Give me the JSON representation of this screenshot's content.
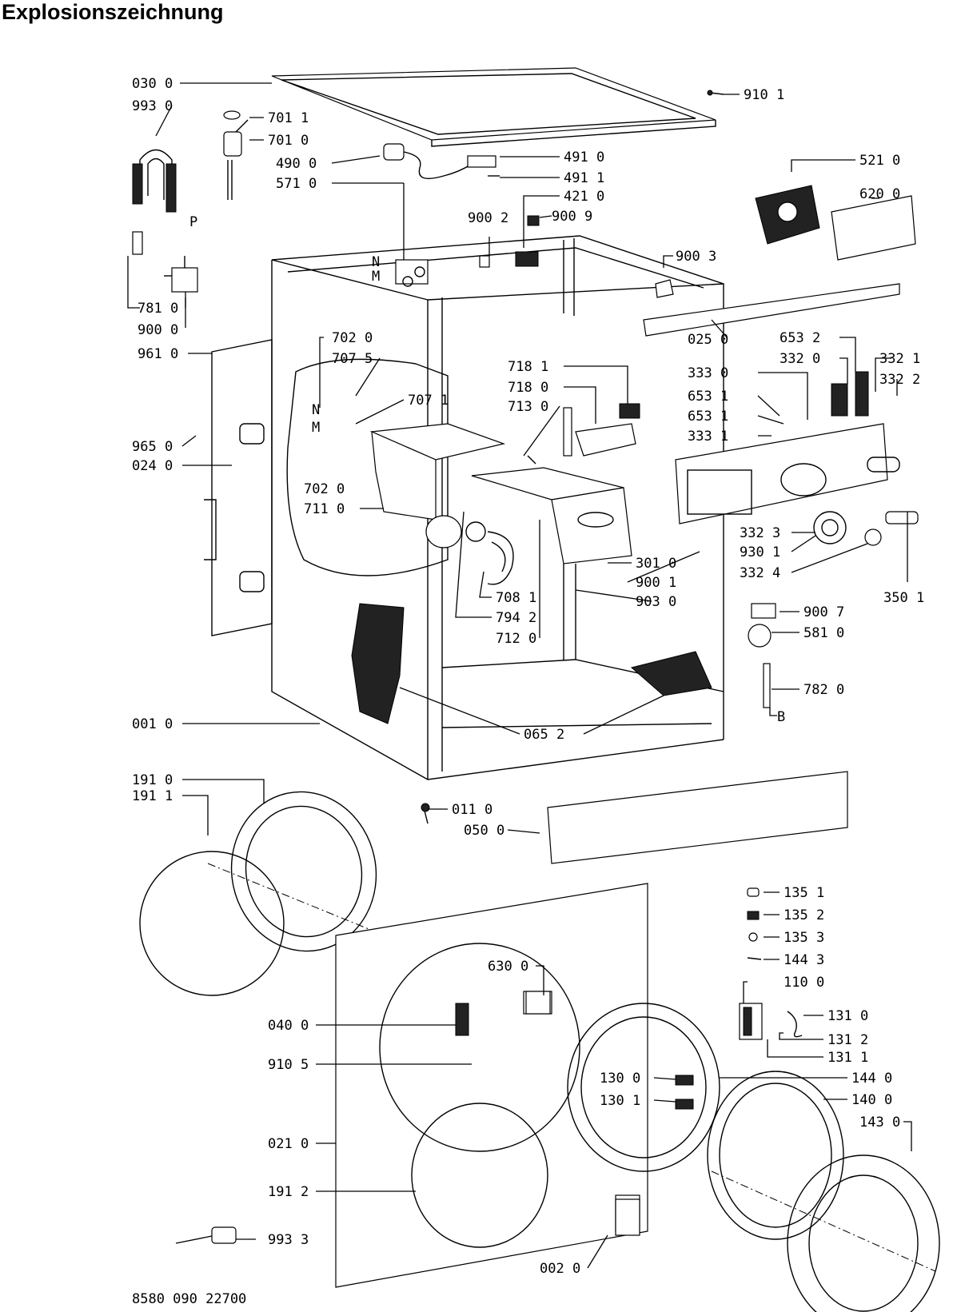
{
  "title": "Explosionszeichnung",
  "footer_code": "8580 090 22700",
  "side_letters": {
    "p": "P",
    "b": "B",
    "n1": "N",
    "m1": "M",
    "n2": "N",
    "m2": "M"
  },
  "labels": [
    "030 0",
    "993 0",
    "701 1",
    "701 0",
    "490 0",
    "571 0",
    "910 1",
    "491 0",
    "491 1",
    "421 0",
    "900 2",
    "900 9",
    "521 0",
    "620 0",
    "900 3",
    "781 0",
    "900 0",
    "961 0",
    "025 0",
    "653 2",
    "332 0",
    "332 1",
    "332 2",
    "702 0",
    "707 5",
    "718 1",
    "718 0",
    "713 0",
    "707 1",
    "333 0",
    "653 1",
    "653 1",
    "333 1",
    "965 0",
    "024 0",
    "702 0",
    "711 0",
    "332 3",
    "930 1",
    "332 4",
    "350 1",
    "301 0",
    "900 1",
    "903 0",
    "708 1",
    "794 2",
    "712 0",
    "900 7",
    "581 0",
    "782 0",
    "001 0",
    "065 2",
    "191 0",
    "191 1",
    "011 0",
    "050 0",
    "135 1",
    "135 2",
    "135 3",
    "144 3",
    "110 0",
    "630 0",
    "040 0",
    "131 0",
    "131 2",
    "131 1",
    "910 5",
    "130 0",
    "144 0",
    "130 1",
    "140 0",
    "143 0",
    "021 0",
    "191 2",
    "993 3",
    "002 0"
  ]
}
